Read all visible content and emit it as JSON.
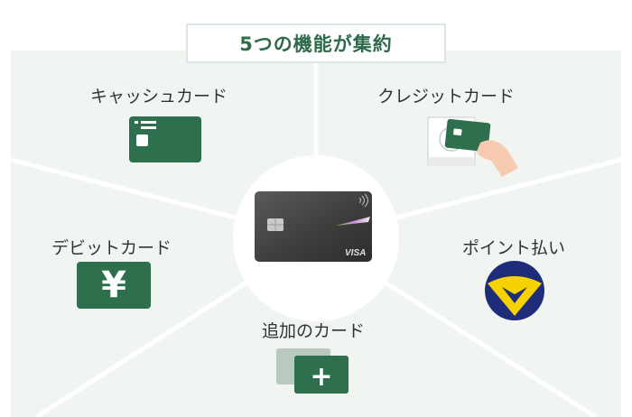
{
  "title": "5つの機能が集約",
  "features": {
    "cash": "キャッシュカード",
    "credit": "クレジットカード",
    "debit": "デビットカード",
    "points": "ポイント払い",
    "additional": "追加のカード"
  },
  "card_brand": "VISA",
  "yen_symbol": "¥",
  "plus_symbol": "+",
  "colors": {
    "accent_green": "#2e6f4e",
    "panel_bg": "#f1f5f2",
    "title_text": "#2f6a4a",
    "points_blue": "#1e2c7a",
    "points_yellow": "#f6d200"
  }
}
